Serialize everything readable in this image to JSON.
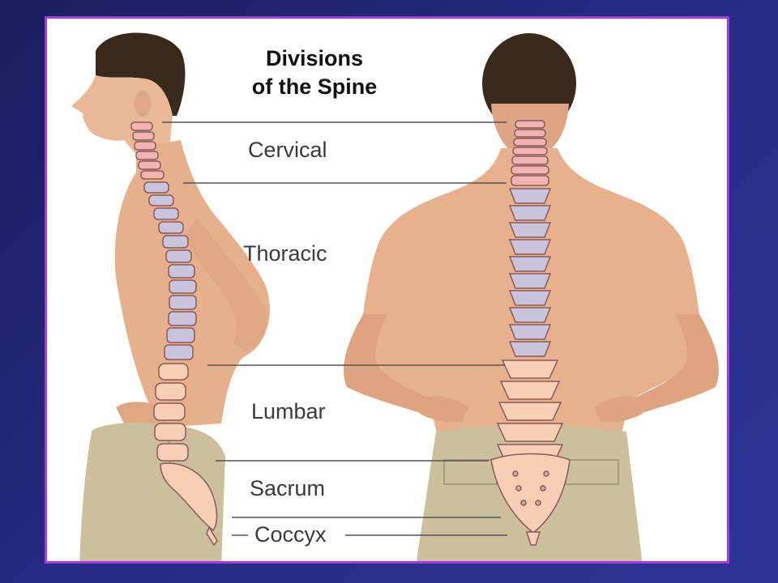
{
  "title_line1": "Divisions",
  "title_line2": "of the Spine",
  "regions": {
    "cervical": "Cervical",
    "thoracic": "Thoracic",
    "lumbar": "Lumbar",
    "sacrum": "Sacrum",
    "coccyx": "Coccyx"
  },
  "colors": {
    "frame": "#a23be6",
    "cervical": "#f2b3b3",
    "thoracic": "#c9c3dc",
    "lumbar": "#f6cfb5",
    "sacrum": "#f6cfb5"
  }
}
